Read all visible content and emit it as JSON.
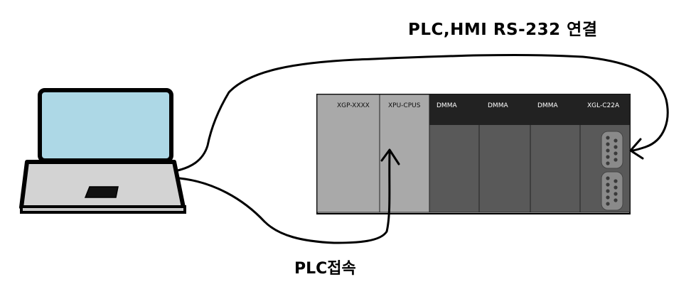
{
  "labels": {
    "rs232_connection": "PLC,HMI RS-232 연결",
    "plc_connection": "PLC접속"
  },
  "rack": {
    "modules": [
      {
        "label": "XGP-XXXX"
      },
      {
        "label": "XPU-CPUS"
      },
      {
        "label": "DMMA"
      },
      {
        "label": "DMMA"
      },
      {
        "label": "DMMA"
      },
      {
        "label": "XGL-C22A"
      }
    ]
  },
  "icons": {
    "laptop": "laptop-icon",
    "serial_port": "db9-port-icon",
    "arrow": "hand-drawn-arrow"
  },
  "colors": {
    "laptop_screen": "#add8e6",
    "laptop_body": "#d3d3d3",
    "module_light": "#a9a9a9",
    "module_dark": "#595959",
    "module_header": "#222222",
    "cable": "#000000"
  }
}
